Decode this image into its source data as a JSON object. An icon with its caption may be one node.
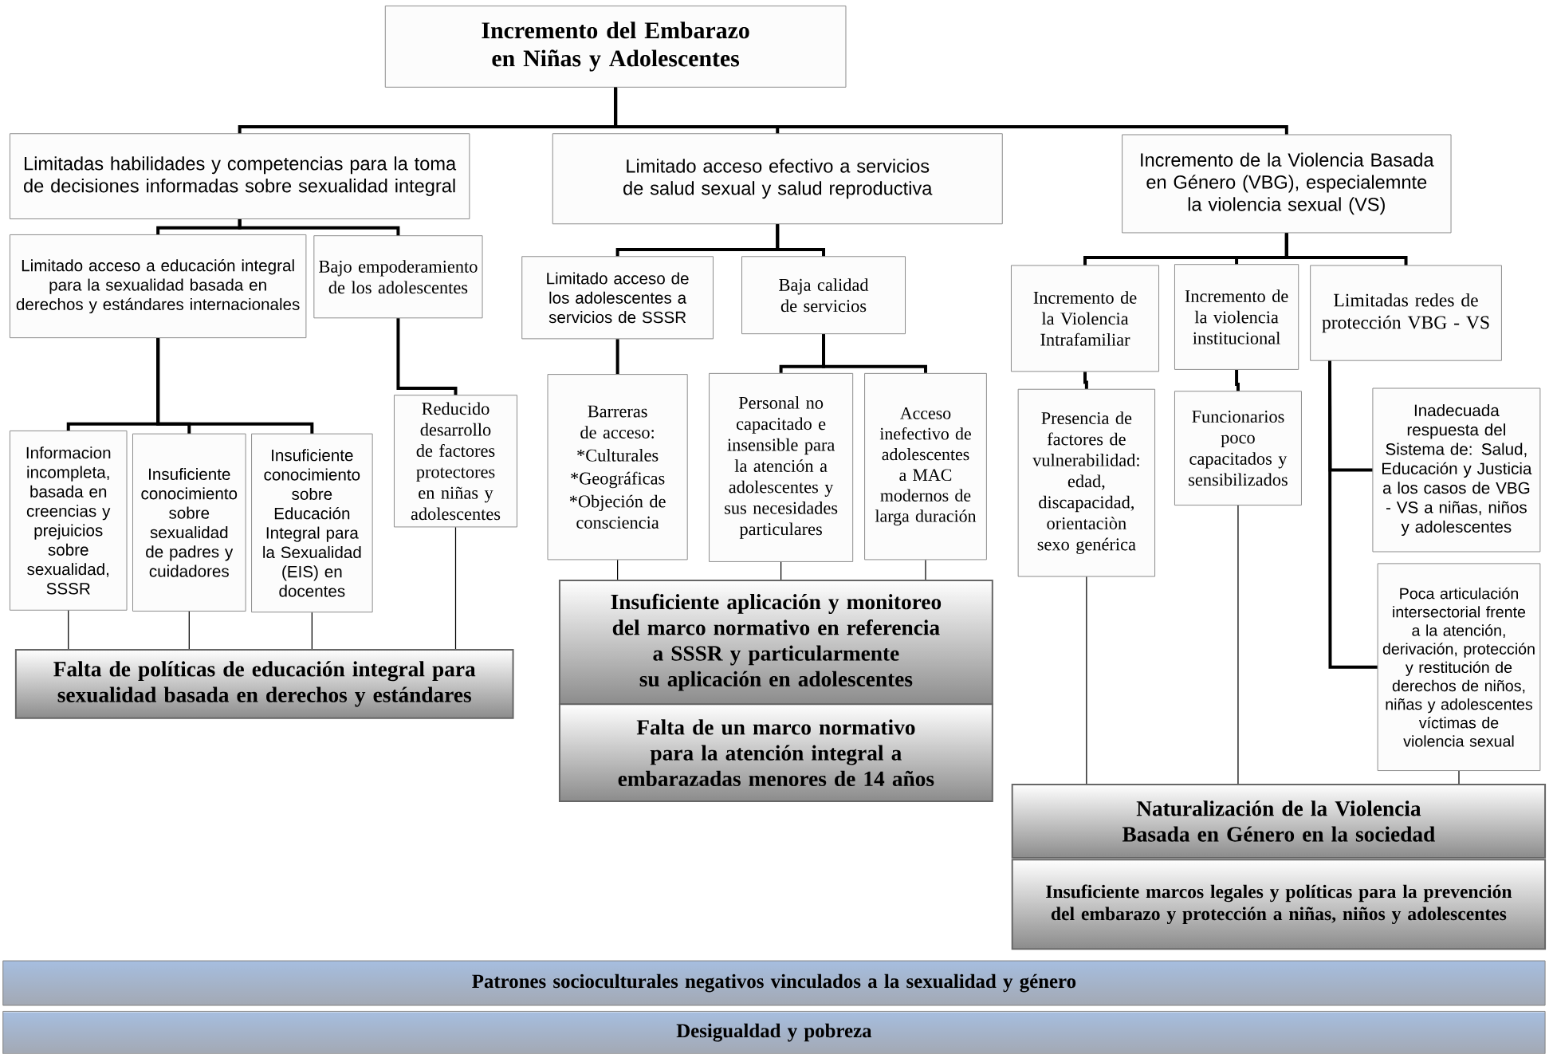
{
  "diagram": {
    "nodes": [
      {
        "text": [
          "Incremento del Embarazo en Niñas y Adolescentes"
        ]
      },
      {
        "text": [
          "Limitadas habilidades y competencias para la toma de decisiones informadas sobre sexualidad integral"
        ]
      },
      {
        "text": [
          "Limitado acceso efectivo a servicios de salud sexual y salud reproductiva"
        ]
      },
      {
        "text": [
          "Incremento de la Violencia Basada en Género (VBG), especialemnte la violencia sexual (VS)"
        ]
      },
      {
        "text": [
          "Limitado acceso a educación integral para la sexualidad basada en derechos y estándares internacionales"
        ]
      },
      {
        "text": [
          "Bajo empoderamiento de los adolescentes"
        ]
      },
      {
        "text": [
          "Informacion incompleta, basada en creencias y prejuicios sobre sexualidad, SSSR"
        ]
      },
      {
        "text": [
          "Insuficiente conocimiento sobre sexualidad de padres y cuidadores"
        ]
      },
      {
        "text": [
          "Insuficiente conocimiento sobre Educación Integral para la Sexualidad (EIS) en docentes"
        ]
      },
      {
        "text": [
          "Reducido desarrollo de factores protectores en niñas y adolescentes"
        ]
      },
      {
        "text": [
          "Falta de políticas de educación integral para sexualidad basada en derechos y estándares"
        ]
      },
      {
        "text": [
          "Limitado acceso de los adolescentes a servicios de SSSR"
        ]
      },
      {
        "text": [
          "Baja calidad de servicios"
        ]
      },
      {
        "text": [
          "Barreras de acceso:",
          "*Culturales",
          "*Geográficas",
          "*Objeción de consciencia"
        ]
      },
      {
        "text": [
          "Personal no capacitado e insensible para la atención a adolescentes y sus necesidades particulares"
        ]
      },
      {
        "text": [
          "Acceso inefectivo de adolescentes a MAC modernos de larga duración"
        ]
      },
      {
        "text": [
          "Insuficiente aplicación y monitoreo del marco normativo en referencia a SSSR y particularmente su aplicación en adolescentes"
        ]
      },
      {
        "text": [
          "Falta de un marco normativo para la atención integral a embarazadas menores de 14 años"
        ]
      },
      {
        "text": [
          "Incremento de la Violencia Intrafamiliar"
        ]
      },
      {
        "text": [
          "Incremento de la violencia institucional"
        ]
      },
      {
        "text": [
          "Limitadas redes de protección VBG - VS"
        ]
      },
      {
        "text": [
          "Presencia de factores de vulnerabilidad: edad, discapacidad, orientaciòn sexo genérica"
        ]
      },
      {
        "text": [
          "Funcionarios poco capacitados y sensibilizados"
        ]
      },
      {
        "text": [
          "Inadecuada respuesta del Sistema de: Salud, Educación y Justicia a los casos de VBG - VS a niñas, niños y adolescentes"
        ]
      },
      {
        "text": [
          "Poca articulación intersectorial frente a la atención, derivación, protección y restitución de derechos de niños, niñas y adolescentes víctimas de violencia sexual"
        ]
      },
      {
        "text": [
          "Naturalización de la Violencia Basada en Género en la sociedad"
        ]
      },
      {
        "text": [
          "Insuficiente marcos legales y políticas para la prevención del embarazo y protección a niñas, niños y adolescentes"
        ]
      },
      {
        "text": [
          "Patrones socioculturales negativos vinculados a la sexualidad y género"
        ]
      },
      {
        "text": [
          "Desigualdad y pobreza"
        ]
      }
    ],
    "edges": [
      {
        "from": 0,
        "to": 1,
        "arrow": "none"
      },
      {
        "from": 0,
        "to": 2,
        "arrow": "none"
      },
      {
        "from": 0,
        "to": 3,
        "arrow": "none"
      },
      {
        "from": 1,
        "to": 4,
        "arrow": "none"
      },
      {
        "from": 1,
        "to": 5,
        "arrow": "none"
      },
      {
        "from": 4,
        "to": 6,
        "arrow": "none"
      },
      {
        "from": 4,
        "to": 7,
        "arrow": "none"
      },
      {
        "from": 4,
        "to": 8,
        "arrow": "none"
      },
      {
        "from": 5,
        "to": 9,
        "arrow": "none"
      },
      {
        "from": 6,
        "to": 10,
        "arrow": "none"
      },
      {
        "from": 7,
        "to": 10,
        "arrow": "none"
      },
      {
        "from": 8,
        "to": 10,
        "arrow": "none"
      },
      {
        "from": 9,
        "to": 10,
        "arrow": "none"
      },
      {
        "from": 2,
        "to": 11,
        "arrow": "none"
      },
      {
        "from": 2,
        "to": 12,
        "arrow": "none"
      },
      {
        "from": 11,
        "to": 13,
        "arrow": "none"
      },
      {
        "from": 12,
        "to": 14,
        "arrow": "none"
      },
      {
        "from": 12,
        "to": 15,
        "arrow": "none"
      },
      {
        "from": 13,
        "to": 16,
        "arrow": "none"
      },
      {
        "from": 14,
        "to": 16,
        "arrow": "none"
      },
      {
        "from": 15,
        "to": 16,
        "arrow": "none"
      },
      {
        "from": 3,
        "to": 18,
        "arrow": "none"
      },
      {
        "from": 3,
        "to": 19,
        "arrow": "none"
      },
      {
        "from": 3,
        "to": 20,
        "arrow": "none"
      },
      {
        "from": 18,
        "to": 21,
        "arrow": "none"
      },
      {
        "from": 19,
        "to": 22,
        "arrow": "none"
      },
      {
        "from": 20,
        "to": 23,
        "arrow": "none"
      },
      {
        "from": 20,
        "to": 24,
        "arrow": "none"
      },
      {
        "from": 21,
        "to": 25,
        "arrow": "none"
      },
      {
        "from": 22,
        "to": 25,
        "arrow": "none"
      },
      {
        "from": 24,
        "to": 25,
        "arrow": "none"
      }
    ]
  }
}
